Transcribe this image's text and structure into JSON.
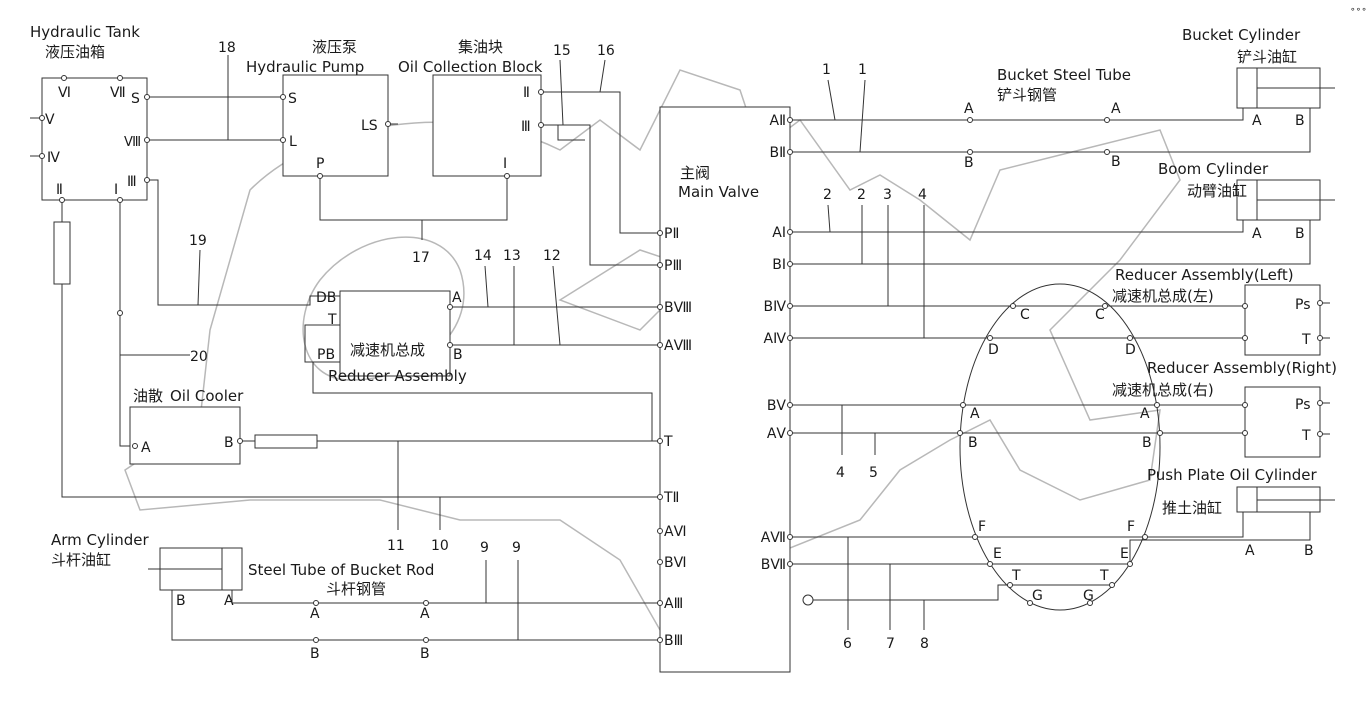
{
  "components": {
    "hydraulic_tank": {
      "en": "Hydraulic Tank",
      "zh": "液压油箱",
      "ports": {
        "vi": "Ⅵ",
        "vii": "Ⅶ",
        "s": "S",
        "v": "Ⅴ",
        "viii": "Ⅷ",
        "iv": "Ⅳ",
        "iii": "Ⅲ",
        "ii": "Ⅱ",
        "i": "Ⅰ"
      }
    },
    "hydraulic_pump": {
      "zh": "液压泵",
      "en": "Hydraulic Pump",
      "ports": {
        "s": "S",
        "l": "L",
        "ls": "LS",
        "p": "P"
      }
    },
    "oil_collection_block": {
      "zh": "集油块",
      "en": "Oil Collection Block",
      "ports": {
        "ii": "Ⅱ",
        "iii": "Ⅲ",
        "i": "Ⅰ"
      }
    },
    "main_valve": {
      "zh": "主阀",
      "en": "Main Valve",
      "ports_left": [
        "PⅡ",
        "PⅢ",
        "BⅧ",
        "AⅧ",
        "T",
        "TⅡ",
        "AⅥ",
        "BⅥ",
        "AⅢ",
        "BⅢ"
      ],
      "ports_right": [
        "AⅡ",
        "BⅡ",
        "AⅠ",
        "BⅠ",
        "BⅣ",
        "AⅣ",
        "BⅤ",
        "AⅤ",
        "AⅦ",
        "BⅦ"
      ]
    },
    "reducer_assembly": {
      "zh": "减速机总成",
      "en": "Reducer Assembly",
      "ports": {
        "db": "DB",
        "t": "T",
        "pb": "PB",
        "a": "A",
        "b": "B"
      }
    },
    "oil_cooler": {
      "zh": "油散",
      "en": "Oil Cooler",
      "ports": {
        "a": "A",
        "b": "B"
      }
    },
    "arm_cylinder": {
      "en": "Arm Cylinder",
      "zh": "斗杆油缸",
      "ports": {
        "b": "B",
        "a": "A"
      }
    },
    "bucket_rod_tube": {
      "en": "Steel Tube of Bucket Rod",
      "zh": "斗杆钢管"
    },
    "bucket_cylinder": {
      "en": "Bucket Cylinder",
      "zh": "铲斗油缸",
      "ports": {
        "a": "A",
        "b": "B"
      }
    },
    "bucket_steel_tube": {
      "en": "Bucket Steel Tube",
      "zh": "铲斗钢管"
    },
    "boom_cylinder": {
      "en": "Boom Cylinder",
      "zh": "动臂油缸",
      "ports": {
        "a": "A",
        "b": "B"
      }
    },
    "reducer_left": {
      "en": "Reducer Assembly(Left)",
      "zh": "减速机总成(左)",
      "ports": {
        "ps": "Ps",
        "t": "T"
      }
    },
    "reducer_right": {
      "en": "Reducer Assembly(Right)",
      "zh": "减速机总成(右)",
      "ports": {
        "ps": "Ps",
        "t": "T"
      }
    },
    "push_plate_cylinder": {
      "en": "Push Plate Oil Cylinder",
      "zh": "推土油缸",
      "ports": {
        "a": "A",
        "b": "B"
      }
    }
  },
  "pipe_labels": {
    "p1a": "1",
    "p1b": "1",
    "p2a": "2",
    "p2b": "2",
    "p3": "3",
    "p4a": "4",
    "p4b": "4",
    "p5": "5",
    "p6": "6",
    "p7": "7",
    "p8": "8",
    "p9a": "9",
    "p9b": "9",
    "p10": "10",
    "p11": "11",
    "p12": "12",
    "p13": "13",
    "p14": "14",
    "p15": "15",
    "p16": "16",
    "p17": "17",
    "p18": "18",
    "p19": "19",
    "p20": "20"
  },
  "line_marks": {
    "bucket_a1": "A",
    "bucket_a2": "A",
    "bucket_b1": "B",
    "bucket_b2": "B",
    "arm_a1": "A",
    "arm_a2": "A",
    "arm_b1": "B",
    "arm_b2": "B",
    "ring_c1": "C",
    "ring_c2": "C",
    "ring_d1": "D",
    "ring_d2": "D",
    "ring_a1": "A",
    "ring_a2": "A",
    "ring_b1": "B",
    "ring_b2": "B",
    "ring_f1": "F",
    "ring_f2": "F",
    "ring_e1": "E",
    "ring_e2": "E",
    "ring_t1": "T",
    "ring_t2": "T",
    "ring_g1": "G",
    "ring_g2": "G"
  }
}
